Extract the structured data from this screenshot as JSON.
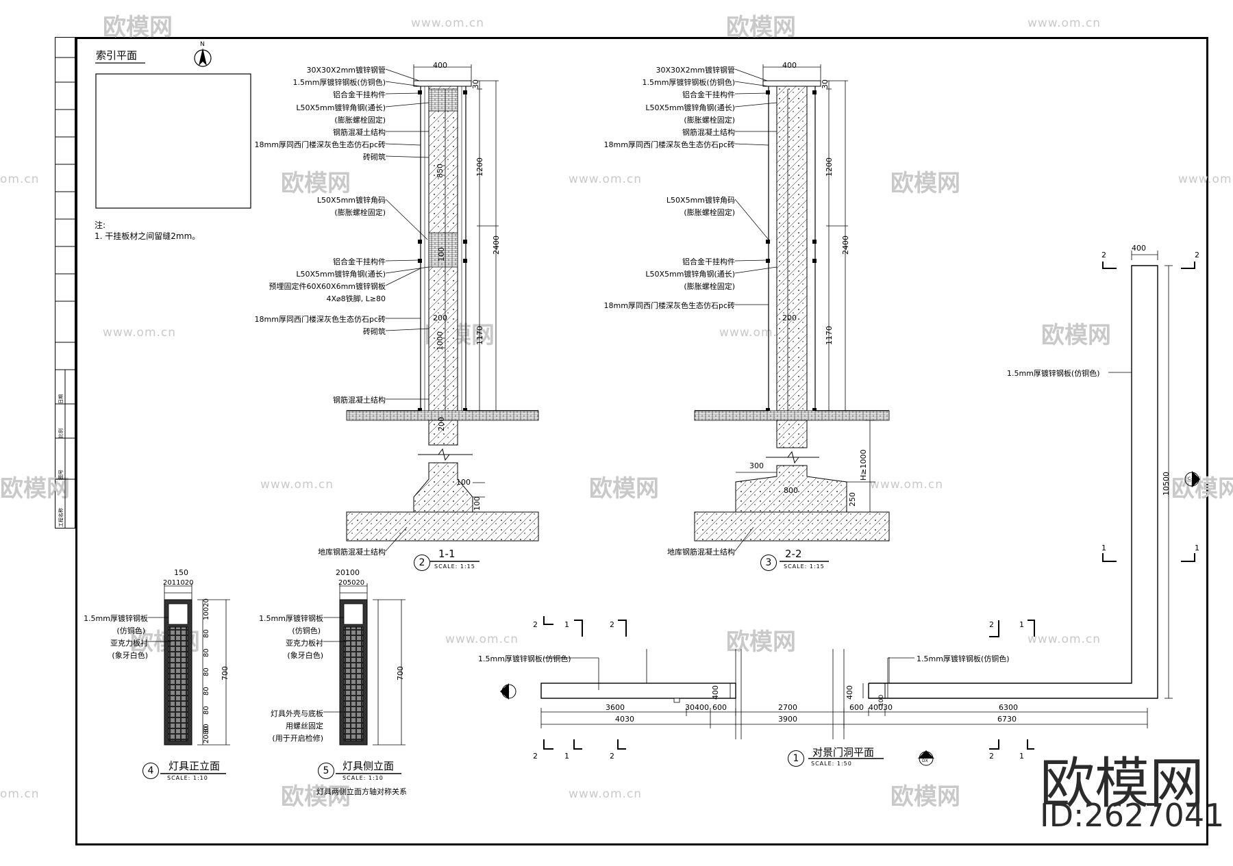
{
  "watermark": {
    "brand": "欧模网",
    "url": "www.om.cn",
    "url_fragment": "om.cn",
    "id": "ID:2627041"
  },
  "index_plan": {
    "title": "索引平面",
    "north": "N",
    "note_heading": "注:",
    "note_1": "1. 干挂板材之间留缝2mm。"
  },
  "title_block": {
    "cells": [
      "工程名称",
      "图号",
      "比例",
      "日期"
    ]
  },
  "section1": {
    "number": "2",
    "title": "1-1",
    "scale": "SCALE:  1:15",
    "top_dim": "400",
    "labels": [
      "30X30X2mm镀锌钢管",
      "1.5mm厚镀锌钢板(仿铜色)",
      "铝合金干挂构件",
      "L50X5mm镀锌角钢(通长)",
      "(膨胀螺栓固定)",
      "钢筋混凝土结构",
      "18mm厚同西门楼深灰色生态仿石pc砖",
      "砖砌筑",
      "L50X5mm镀锌角码",
      "(膨胀螺栓固定)",
      "铝合金干挂构件",
      "L50X5mm镀锌角钢(通长)",
      "预埋固定件60X60X6mm镀锌钢板",
      "4X⌀8铁脚, L≥80",
      "18mm厚同西门楼深灰色生态仿石pc砖",
      "砖砌筑",
      "钢筋混凝土结构",
      "地库钢筋混凝土结构"
    ],
    "vdims": [
      "30",
      "850",
      "1200",
      "2400",
      "100",
      "1000",
      "1170",
      "200",
      "100",
      "100"
    ],
    "dim_200": "200"
  },
  "section2": {
    "number": "3",
    "title": "2-2",
    "scale": "SCALE:  1:15",
    "top_dim": "400",
    "labels": [
      "30X30X2mm镀锌钢管",
      "1.5mm厚镀锌钢板(仿铜色)",
      "铝合金干挂构件",
      "L50X5mm镀锌角钢(通长)",
      "(膨胀螺栓固定)",
      "钢筋混凝土结构",
      "18mm厚同西门楼深灰色生态仿石pc砖",
      "L50X5mm镀锌角码",
      "(膨胀螺栓固定)",
      "铝合金干挂构件",
      "L50X5mm镀锌角钢(通长)",
      "(膨胀螺栓固定)",
      "18mm厚同西门楼深灰色生态仿石pc砖",
      "地库钢筋混凝土结构"
    ],
    "vdims": [
      "30",
      "1200",
      "2400",
      "1170",
      "H≥1000",
      "250"
    ],
    "dim_200": "200",
    "dim_300": "300",
    "dim_800": "800"
  },
  "lamp_front": {
    "number": "4",
    "title": "灯具正立面",
    "scale": "SCALE:  1:10",
    "top_dim_1": "150",
    "top_dim_2": "2011020",
    "labels": [
      "1.5mm厚镀锌钢板",
      "(仿铜色)",
      "亚克力板衬",
      "(象牙白色)"
    ],
    "vdims": [
      "10020",
      "80",
      "80",
      "80",
      "80",
      "80",
      "80",
      "2080",
      "700"
    ]
  },
  "lamp_side": {
    "number": "5",
    "title": "灯具侧立面",
    "scale": "SCALE:  1:10",
    "top_dim_1": "20100",
    "top_dim_2": "205020",
    "labels": [
      "1.5mm厚镀锌钢板",
      "(仿铜色)",
      "亚克力板衬",
      "(象牙白色)",
      "灯具外壳与底板",
      "用螺丝固定",
      "(用于开启检修)"
    ],
    "note": "灯具两侧立面方轴对称关系",
    "vdims": [
      "700"
    ]
  },
  "plan": {
    "number": "1",
    "title": "对景门洞平面",
    "scale": "SCALE:  1:50",
    "label_left": "1.5mm厚镀锌钢板(仿铜色)",
    "label_right": "1.5mm厚镀锌钢板(仿铜色)",
    "label_vertical": "1.5mm厚镀锌钢板(仿铜色)",
    "dims_row1": [
      "3600",
      "30400",
      "600",
      "2700",
      "600",
      "40030",
      "6300"
    ],
    "dims_row2": [
      "4030",
      "3900",
      "6730"
    ],
    "dim_400a": "400",
    "dim_400b": "400",
    "dim_400c": "400",
    "dim_100": "100",
    "dim_10500": "10500",
    "cut_marks": [
      "2",
      "1",
      "2",
      "2",
      "1",
      "2",
      "1",
      "2",
      "1",
      "1",
      "2",
      "2",
      "2",
      "1",
      "2",
      "1"
    ],
    "ref_tag": "C-1",
    "ref_tag_b": "DX"
  }
}
